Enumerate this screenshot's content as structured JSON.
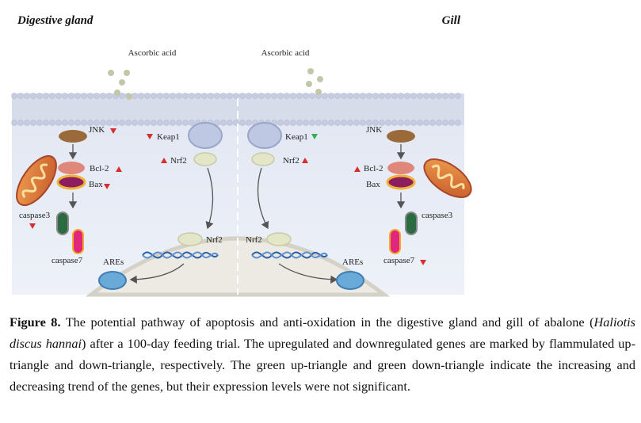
{
  "figure": {
    "left_title": "Digestive gland",
    "right_title": "Gill",
    "left": {
      "ascorbic_acid": "Ascorbic acid",
      "jnk": "JNK",
      "bcl2": "Bcl-2",
      "bax": "Bax",
      "caspase3": "caspase3",
      "caspase7": "caspase7",
      "keap1": "Keap1",
      "nrf2": "Nrf2",
      "nrf2_nuclear": "Nrf2",
      "ares": "AREs"
    },
    "right": {
      "ascorbic_acid": "Ascorbic acid",
      "jnk": "JNK",
      "bcl2": "Bcl-2",
      "bax": "Bax",
      "caspase3": "caspase3",
      "caspase7": "caspase7",
      "keap1": "Keap1",
      "nrf2": "Nrf2",
      "nrf2_nuclear": "Nrf2",
      "ares": "AREs"
    },
    "colors": {
      "upregulated": "#d62e2e",
      "nonsignificant_trend": "#2fae57",
      "cell_fill": "#e9edf6",
      "membrane": "#c9d0e2",
      "dna": "#2a5ea8"
    }
  },
  "caption": {
    "label": "Figure 8.",
    "text_1": " The potential pathway of apoptosis and anti-oxidation in the digestive gland and gill of abalone (",
    "species": "Haliotis discus hannai",
    "text_2": ") after a 100-day feeding trial. The upregulated and downregulated genes are marked by flammulated up-triangle and down-triangle, respectively.  The green up-triangle and green down-triangle indicate the increasing and decreasing trend of the genes, but their expression levels were not significant."
  }
}
